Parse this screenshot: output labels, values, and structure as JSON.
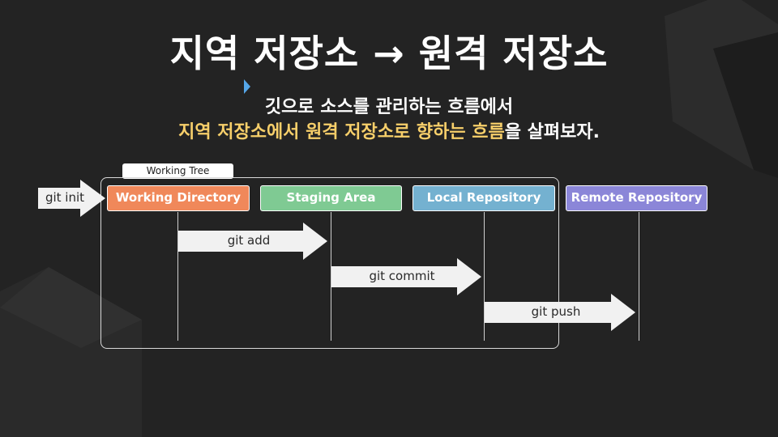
{
  "title": "지역 저장소 → 원격 저장소",
  "subtitle_line1": "깃으로 소스를 관리하는 흐름에서",
  "subtitle_line2_highlight": "지역 저장소에서 원격 저장소로 향하는 흐름",
  "subtitle_line2_rest": "을 살펴보자.",
  "working_tree_label": "Working Tree",
  "stages": [
    {
      "label": "Working Directory",
      "color": "#f0885a"
    },
    {
      "label": "Staging Area",
      "color": "#7fca93"
    },
    {
      "label": "Local Repository",
      "color": "#74b1d0"
    },
    {
      "label": "Remote Repository",
      "color": "#8b86d8"
    }
  ],
  "commands": {
    "init": "git init",
    "add": "git add",
    "commit": "git commit",
    "push": "git push"
  },
  "colors": {
    "background": "#232323",
    "highlight": "#f7cf6a",
    "arrow": "#f1f1f1"
  }
}
